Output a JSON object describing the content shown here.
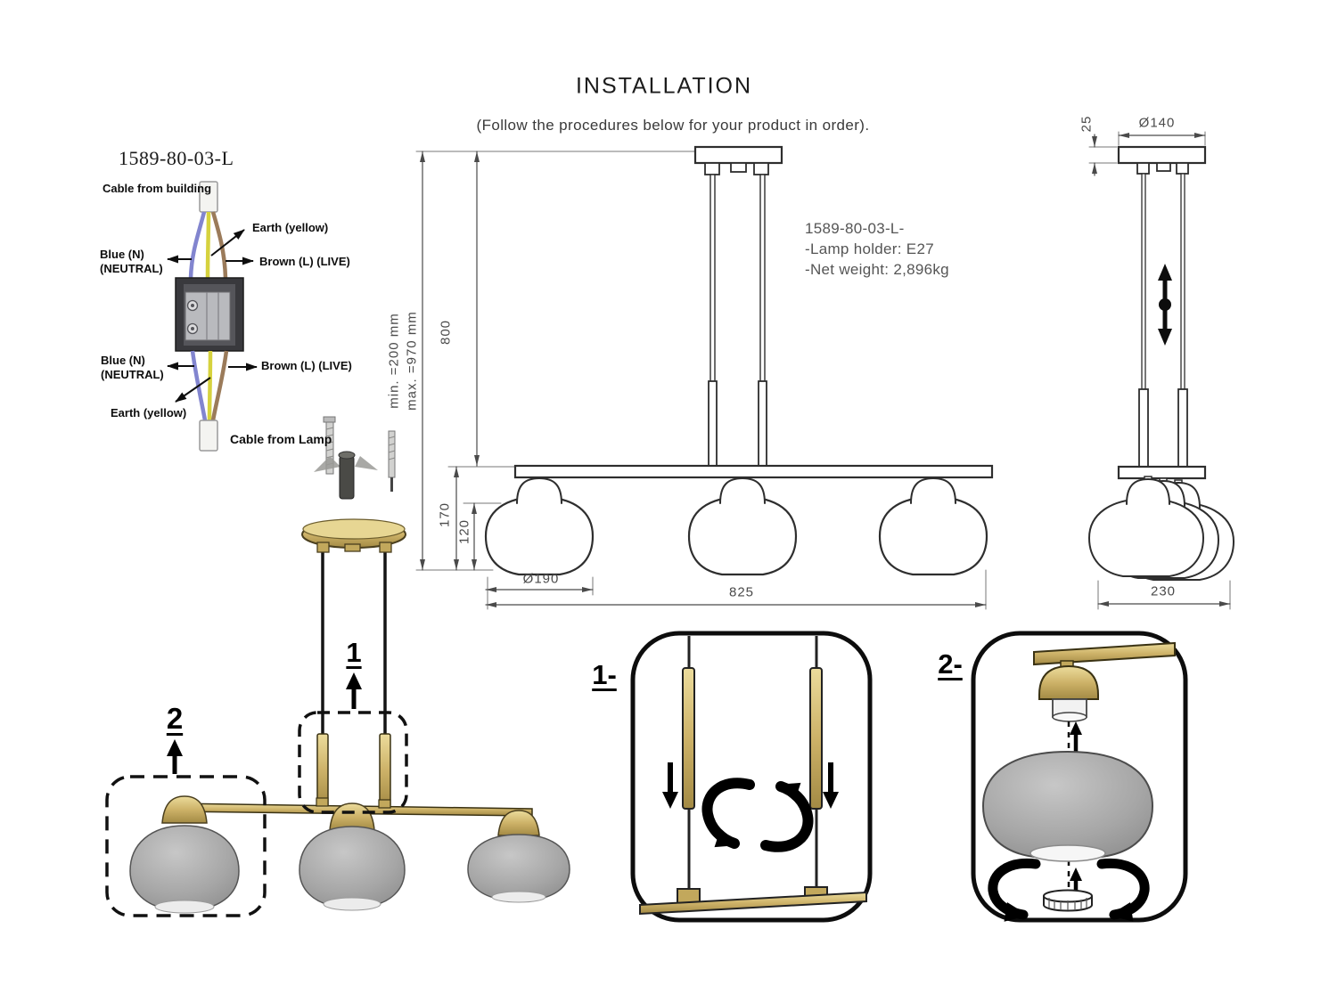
{
  "header": {
    "title": "INSTALLATION",
    "subtitle": "(Follow the procedures below for your product in order)."
  },
  "wiring": {
    "model": "1589-80-03-L",
    "cable_from_building": "Cable from building",
    "earth_top": "Earth (yellow)",
    "blue_top": "Blue (N)\n(NEUTRAL)",
    "brown_top": "Brown (L) (LIVE)",
    "blue_bottom": "Blue (N)\n(NEUTRAL)",
    "brown_bottom": "Brown (L) (LIVE)",
    "earth_bottom": "Earth (yellow)",
    "cable_from_lamp": "Cable from Lamp"
  },
  "product": {
    "model_line": "1589-80-03-L-",
    "lamp_holder": "-Lamp holder: E27",
    "net_weight": "-Net weight: 2,896kg"
  },
  "dims_front": {
    "suspension_range": "min. =200 mm\nmax. =970 mm",
    "drop": "800",
    "shade_drop": "170",
    "shade_height": "120",
    "shade_diameter": "Ø190",
    "overall_width": "825"
  },
  "dims_side": {
    "canopy_height": "25",
    "canopy_diameter": "Ø140",
    "depth": "230"
  },
  "steps": {
    "callout_1": "1",
    "callout_2": "2",
    "step_1": "1-",
    "step_2": "2-"
  },
  "colors": {
    "gold": "#cdb268",
    "gold_light": "#ecdc9c",
    "gold_dark": "#8a7538",
    "shade_gray": "#a2a2a2",
    "line": "#2e2e2e",
    "wire_blue": "#8285cf",
    "wire_yellow": "#d6d23e",
    "wire_brown": "#9b7b5a"
  }
}
